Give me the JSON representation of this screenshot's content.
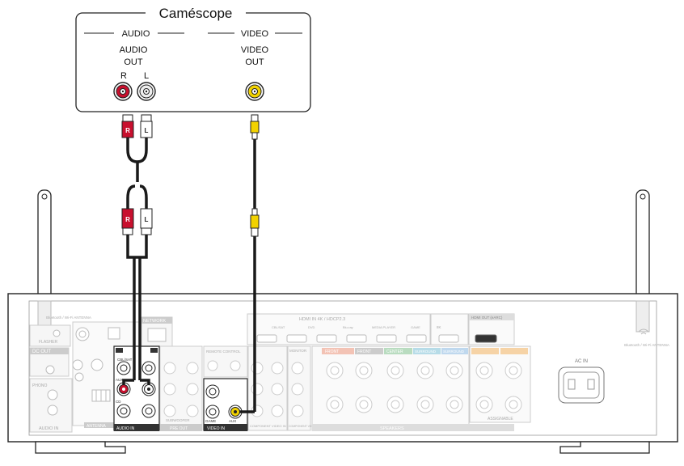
{
  "device": {
    "title": "Caméscope",
    "audio_group": "AUDIO",
    "video_group": "VIDEO",
    "audio_out": [
      "AUDIO",
      "OUT"
    ],
    "video_out": [
      "VIDEO",
      "OUT"
    ],
    "r": "R",
    "l": "L"
  },
  "receiver": {
    "hdmi_in": "HDMI IN  4K / HDCP2.3",
    "hdmi_out": "HDMI OUT (eARC)",
    "ac_in": "AC IN",
    "network": "NETWORK",
    "dc_out": "DC OUT",
    "audio_in": "AUDIO IN",
    "video_in": "VIDEO IN",
    "antenna": "ANTENNA",
    "speakers": "SPEAKERS",
    "assignable": "ASSIGNABLE",
    "pre_out": "PRE OUT",
    "subwoofer": "SUBWOOFER",
    "remote_control": "REMOTE CONTROL",
    "component_in": "COMPONENT VIDEO IN",
    "component_out": "COMPONENT VIDEO OUT",
    "monitor": "MONITOR",
    "front": "FRONT",
    "center": "CENTER",
    "surround": "SURROUND",
    "game": "GAME",
    "aux": "AUX",
    "cd": "CD",
    "phono": "PHONO",
    "flasher": "FLASHER",
    "bt_antenna": "Bluetooth / Wi-Fi ANTENNA",
    "hdmi_labels": [
      "CBL/SAT",
      "DVD",
      "Blu-ray",
      "MEDIA PLAYER",
      "GAME",
      "8K"
    ]
  },
  "colors": {
    "red": "#c8102e",
    "white": "#ffffff",
    "yellow": "#f2d200",
    "cable": "#1a1a1a"
  }
}
